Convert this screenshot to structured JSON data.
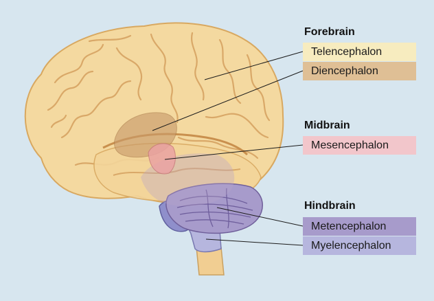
{
  "groups": [
    {
      "title": "Forebrain",
      "labels": [
        "Telencephalon",
        "Diencephalon"
      ]
    },
    {
      "title": "Midbrain",
      "labels": [
        "Mesencephalon"
      ]
    },
    {
      "title": "Hindbrain",
      "labels": [
        "Metencephalon",
        "Myelencephalon"
      ]
    }
  ],
  "colors": {
    "background": "#d7e6ef",
    "telencephalon": "#f7ecbf",
    "diencephalon": "#dfbf95",
    "mesencephalon": "#f2c6cb",
    "metencephalon": "#a79bcb",
    "myelencephalon": "#b6b6de",
    "brain_surface": "#f4d9a0"
  }
}
